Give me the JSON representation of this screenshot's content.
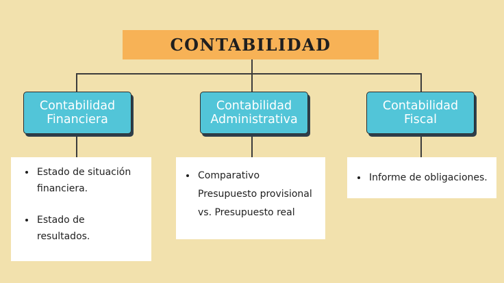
{
  "root": {
    "title": "CONTABILIDAD"
  },
  "branches": [
    {
      "title_lines": [
        "Contabilidad",
        "Financiera"
      ],
      "items": [
        {
          "lines": [
            "Estado de situación",
            "financiera."
          ]
        },
        {
          "lines": [
            "Estado de",
            "resultados."
          ]
        }
      ]
    },
    {
      "title_lines": [
        "Contabilidad",
        "Administrativa"
      ],
      "items": [
        {
          "lines": [
            "Comparativo",
            "Presupuesto provisional",
            "vs. Presupuesto real"
          ]
        }
      ]
    },
    {
      "title_lines": [
        "Contabilidad",
        "Fiscal"
      ],
      "items": [
        {
          "lines": [
            "Informe de obligaciones."
          ]
        }
      ]
    }
  ],
  "colors": {
    "background": "#f2e1ad",
    "root_fill": "#f7b256",
    "branch_fill": "#52c5d8",
    "detail_fill": "#ffffff",
    "connector": "#3b3b3b"
  }
}
